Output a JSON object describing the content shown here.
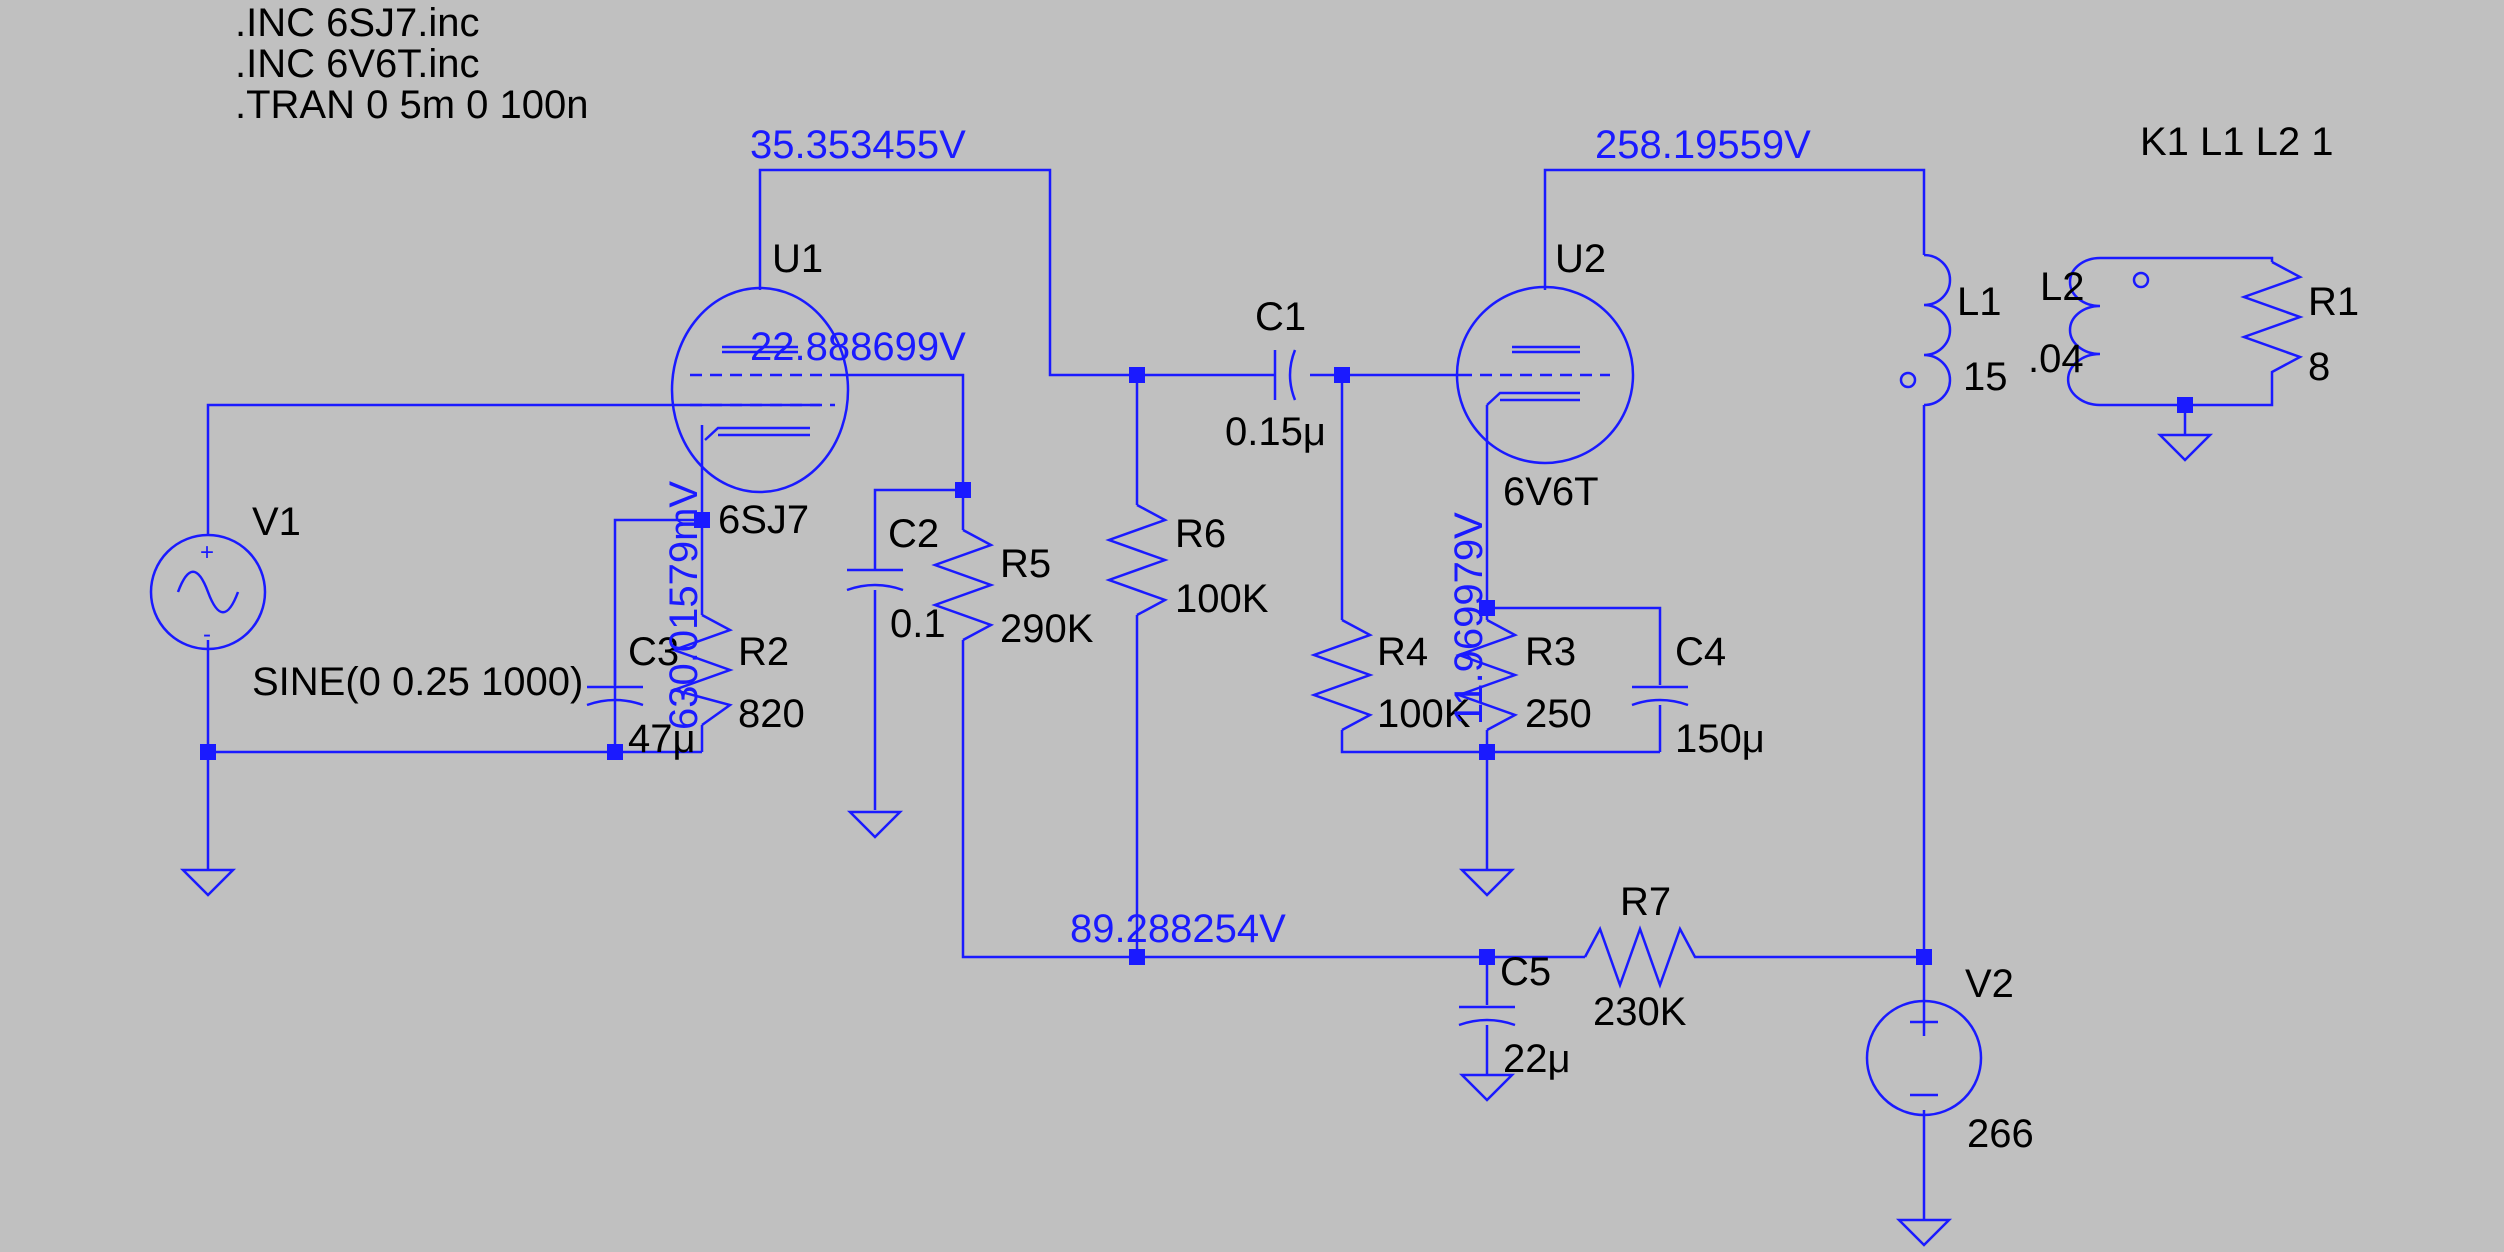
{
  "colors": {
    "background": "#c0c0c0",
    "wire": "#1a1aff",
    "label": "#000000",
    "voltage_label": "#1a1aff"
  },
  "directives": [
    ".INC 6SJ7.inc",
    ".INC 6V6T.inc",
    ".TRAN 0 5m 0 100n"
  ],
  "coupling": "K1 L1 L2 1",
  "components": {
    "u1": {
      "ref": "U1",
      "value": "6SJ7"
    },
    "u2": {
      "ref": "U2",
      "value": "6V6T"
    },
    "v1": {
      "ref": "V1",
      "value": "SINE(0 0.25 1000)"
    },
    "v2": {
      "ref": "V2",
      "value": "266"
    },
    "c1": {
      "ref": "C1",
      "value": "0.15μ"
    },
    "c2": {
      "ref": "C2",
      "value": "0.1"
    },
    "c3": {
      "ref": "C3",
      "value": "47μ"
    },
    "c4": {
      "ref": "C4",
      "value": "150μ"
    },
    "c5": {
      "ref": "C5",
      "value": "22μ"
    },
    "r1": {
      "ref": "R1",
      "value": "8"
    },
    "r2": {
      "ref": "R2",
      "value": "820"
    },
    "r3": {
      "ref": "R3",
      "value": "250"
    },
    "r4": {
      "ref": "R4",
      "value": "100K"
    },
    "r5": {
      "ref": "R5",
      "value": "290K"
    },
    "r6": {
      "ref": "R6",
      "value": "100K"
    },
    "r7": {
      "ref": "R7",
      "value": "230K"
    },
    "l1": {
      "ref": "L1",
      "value": "15"
    },
    "l2": {
      "ref": "L2",
      "value": ".04"
    }
  },
  "node_voltages": {
    "u1_plate": "35.353455V",
    "u1_screen": "22.888699V",
    "u1_cathode": "630.01579mV",
    "u2_plate": "258.19559V",
    "u2_cathode": "11.969979V",
    "screen_supply": "89.288254V"
  },
  "icons": [
    "ground-icon",
    "sine-source-icon",
    "dc-source-icon",
    "resistor-icon",
    "capacitor-icon",
    "inductor-icon",
    "pentode-icon",
    "junction-dot-icon"
  ]
}
